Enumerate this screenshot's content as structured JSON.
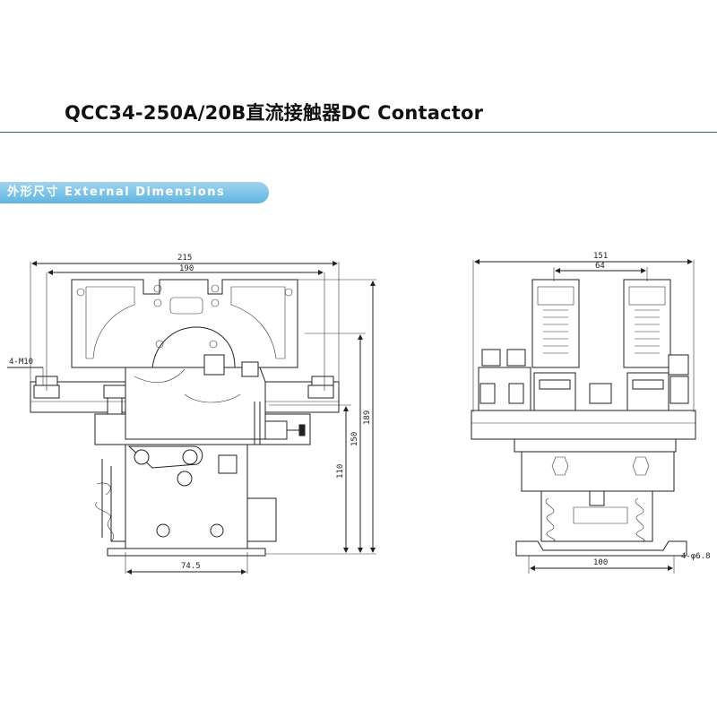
{
  "title": "QCC34-250A/20B直流接触器DC Contactor",
  "section": {
    "label": "外形尺寸 External Dimensions"
  },
  "dimensions": {
    "front_width_overall": "215",
    "front_width_inner": "190",
    "mount_holes_front": "4-M10",
    "base_offset": "74.5",
    "height_189": "189",
    "height_150": "150",
    "height_110": "110",
    "side_width_overall": "151",
    "side_pole_spacing": "64",
    "side_base_width": "100",
    "mount_holes_side": "4-φ6.8"
  },
  "colors": {
    "accent": "#5fb5e1",
    "rule": "#3c5e7e"
  }
}
